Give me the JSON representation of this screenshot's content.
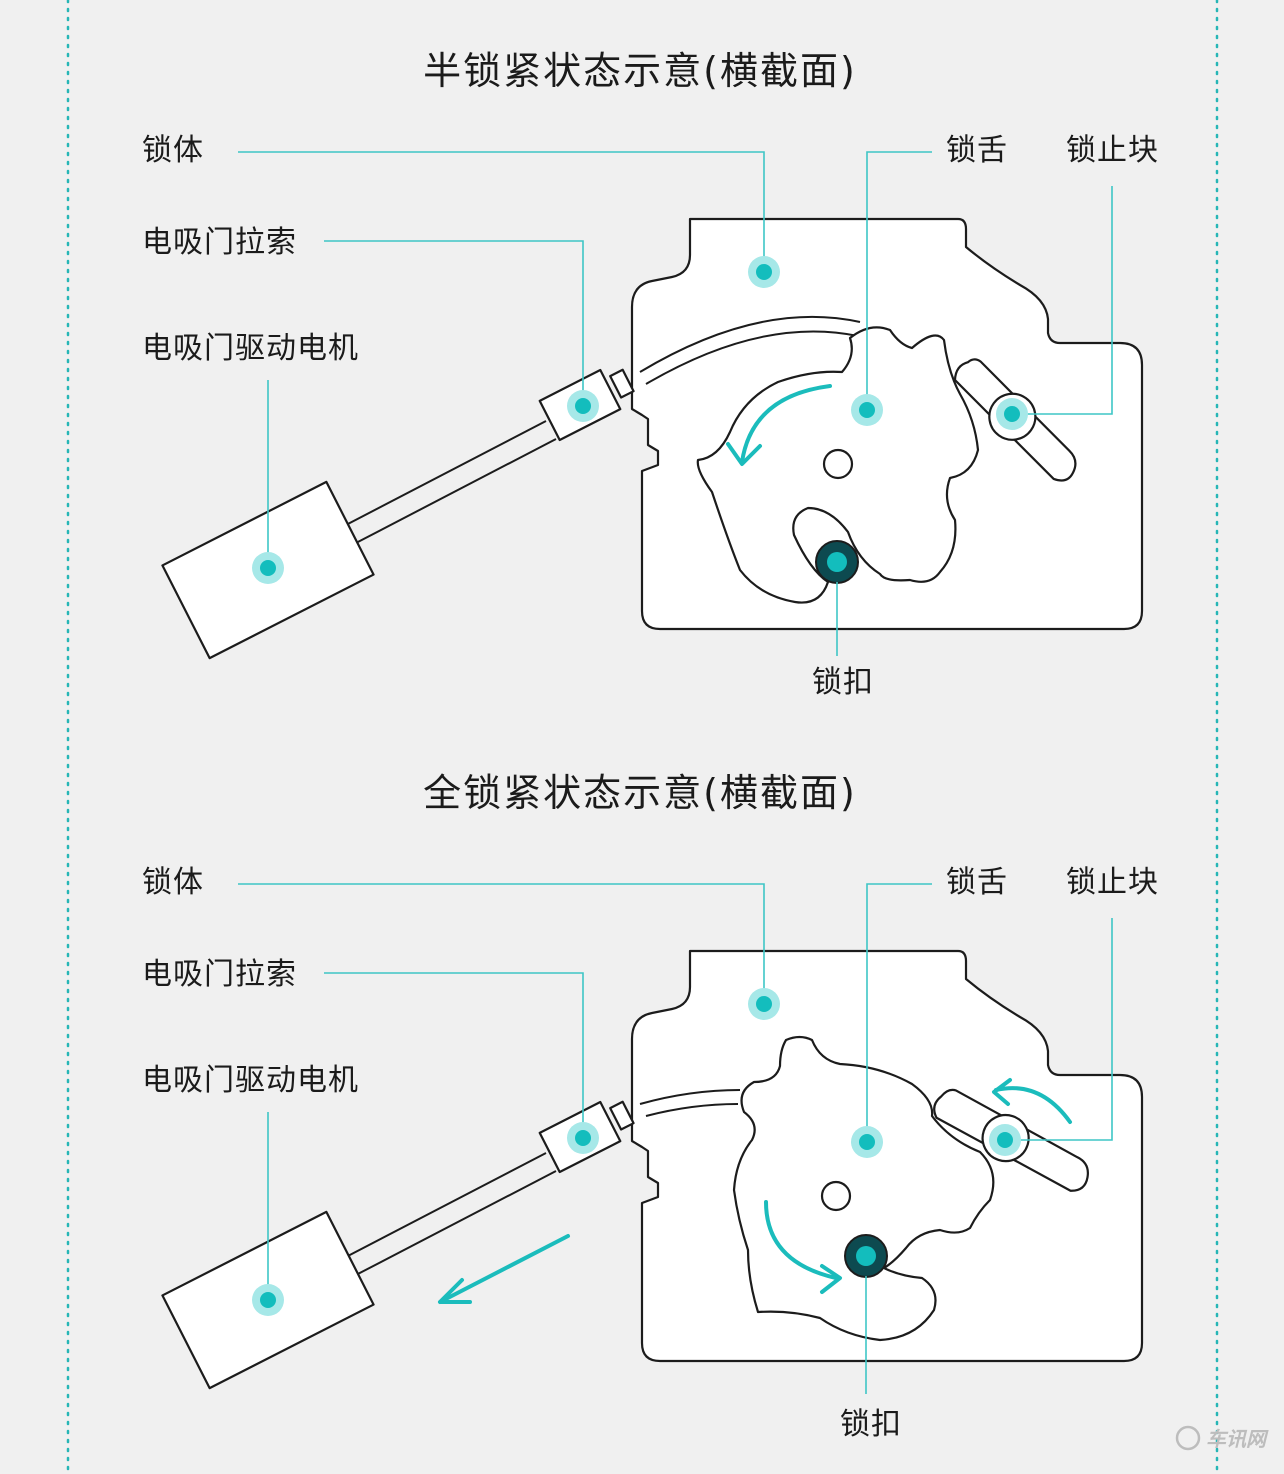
{
  "colors": {
    "accent": "#13bdbd",
    "accent_light": "#a6e8e8",
    "line": "#1c1c1c",
    "background": "#f0f0f0",
    "latch_dark": "#0d4a50"
  },
  "panels": [
    {
      "title": "半锁紧状态示意(横截面)",
      "labels": {
        "lock_body": "锁体",
        "cable": "电吸门拉索",
        "motor": "电吸门驱动电机",
        "latch_tongue": "锁舌",
        "stop_block": "锁止块",
        "striker": "锁扣"
      }
    },
    {
      "title": "全锁紧状态示意(横截面)",
      "labels": {
        "lock_body": "锁体",
        "cable": "电吸门拉索",
        "motor": "电吸门驱动电机",
        "latch_tongue": "锁舌",
        "stop_block": "锁止块",
        "striker": "锁扣"
      }
    }
  ],
  "watermark": "车讯网"
}
